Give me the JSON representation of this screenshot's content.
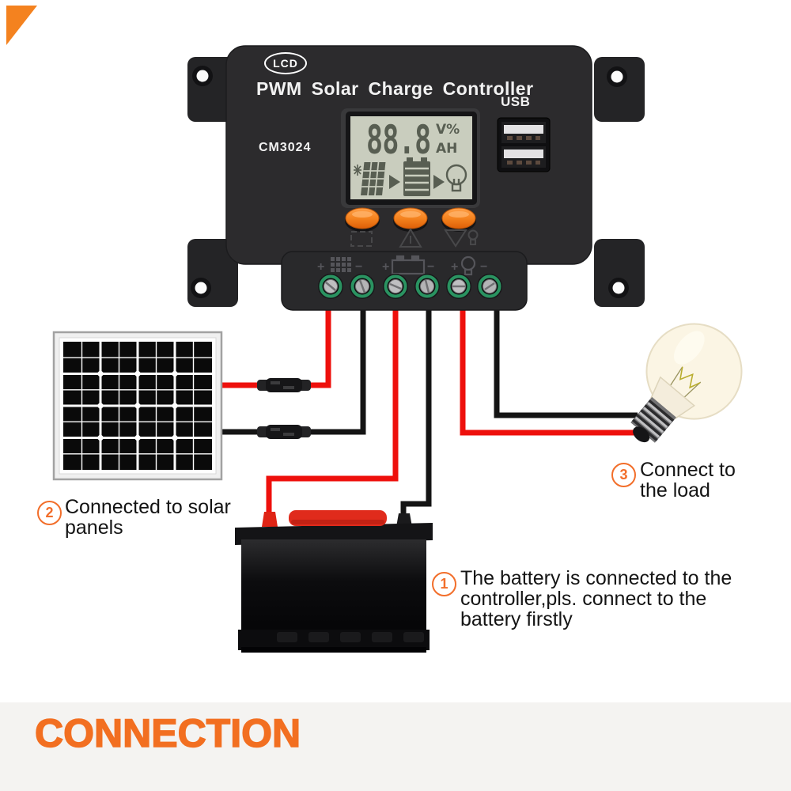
{
  "controller": {
    "badge": "LCD",
    "title": "PWM Solar Charge Controller",
    "usb_label": "USB",
    "model": "CM3024",
    "lcd": {
      "reading": "88.8",
      "unit_top": "V%",
      "unit_bottom": "AH"
    },
    "terminal": {
      "plus": "+",
      "minus": "−"
    }
  },
  "annotations": {
    "battery": {
      "number": "1",
      "text": "The battery is connected to the controller,pls. connect to the battery firstly"
    },
    "solar": {
      "number": "2",
      "text": "Connected to solar panels"
    },
    "load": {
      "number": "3",
      "text": "Connect to the load"
    }
  },
  "footer": {
    "title": "CONNECTION"
  },
  "icons": {
    "lcd_flow": [
      "solar-panel-icon",
      "arrow-right-icon",
      "battery-icon",
      "arrow-right-icon",
      "bulb-icon"
    ],
    "buttons": [
      "setting-icon",
      "up-arrow-icon",
      "down-arrow-load-icon"
    ],
    "terminals": [
      "solar-terminal-icon",
      "battery-terminal-icon",
      "load-terminal-icon"
    ]
  },
  "colors": {
    "accent_orange": "#F26F21",
    "callout_orange": "#F26E2A",
    "button_orange": "#F5831F",
    "wire_red": "#EE100C",
    "wire_black": "#141414",
    "lcd_background": "#C9CDBE",
    "terminal_ring_green": "#2E9E68",
    "body_gray": "#2C2B2D"
  }
}
